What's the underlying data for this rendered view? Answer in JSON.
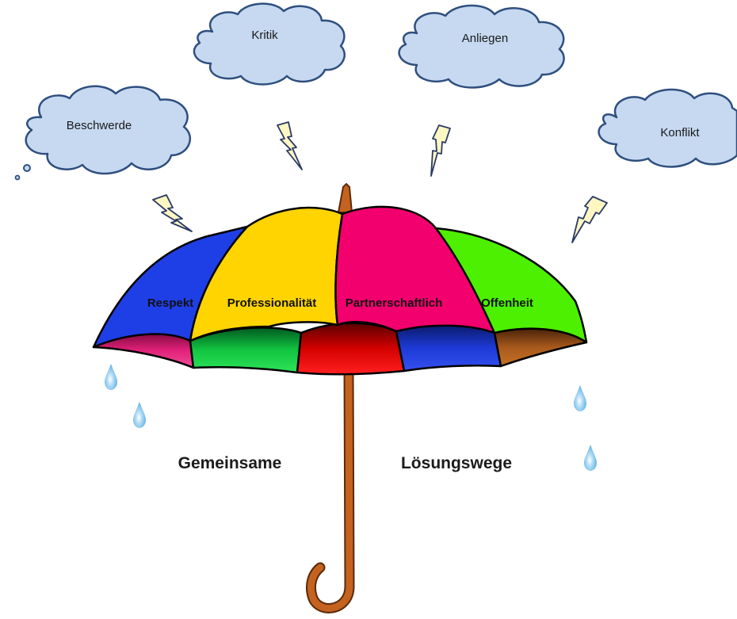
{
  "clouds": {
    "beschwerde": "Beschwerde",
    "kritik": "Kritik",
    "anliegen": "Anliegen",
    "konflikt": "Konflikt"
  },
  "umbrella_panels": {
    "respekt": "Respekt",
    "professionalitaet": "Professionalität",
    "partnerschaftlich": "Partnerschaftlich",
    "offenheit": "Offenheit"
  },
  "captions": {
    "left": "Gemeinsame",
    "right": "Lösungswege"
  },
  "colors": {
    "cloud_fill": "#c6d9f0",
    "cloud_stroke": "#2f4f7f",
    "lightning_fill": "#fff7c2",
    "panel_blue": "#1f3fe6",
    "panel_yellow": "#ffd400",
    "panel_pink": "#f2006e",
    "panel_green": "#4cf000",
    "handle": "#c4621f",
    "raindrop": "#7fc3ea"
  }
}
